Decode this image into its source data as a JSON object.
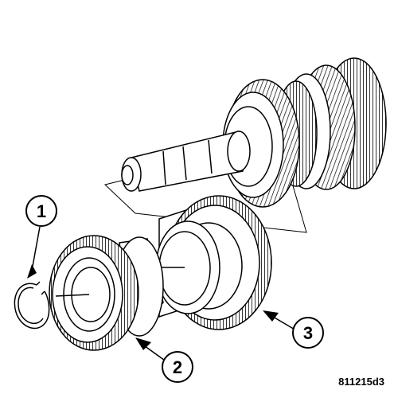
{
  "diagram": {
    "figure_id": "811215d3",
    "callouts": [
      {
        "number": "1",
        "part": "snap-ring"
      },
      {
        "number": "2",
        "part": "gear"
      },
      {
        "number": "3",
        "part": "gear"
      }
    ]
  }
}
